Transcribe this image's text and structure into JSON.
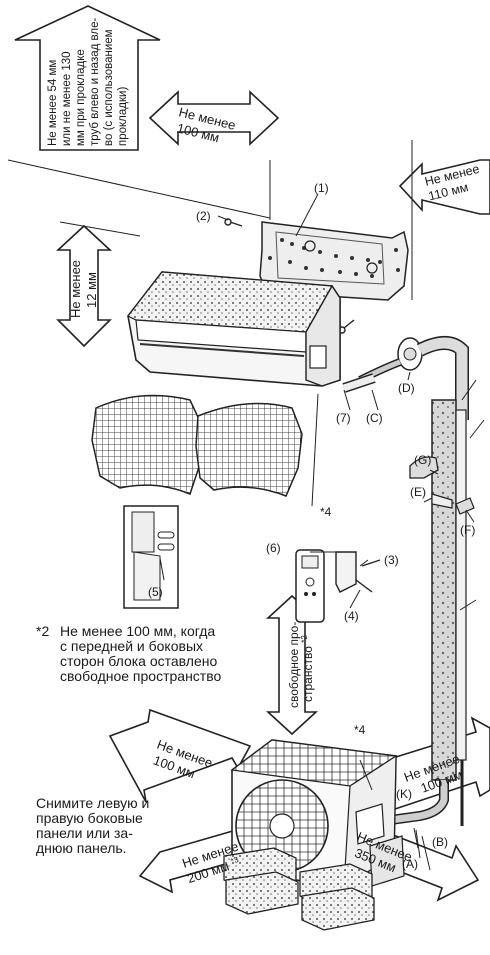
{
  "clearances": {
    "top_left": [
      "Не менее 54 мм",
      "или не менее 130",
      "мм при прокладке",
      "труб влево и назад вле-",
      "во (с использованием",
      "прокладки)"
    ],
    "top_mid": [
      "Не менее",
      "100 мм"
    ],
    "right_top": [
      "Не менее",
      "110 мм"
    ],
    "left_mid": [
      "Не менее",
      "12 мм"
    ],
    "free_space": [
      "свободное про-",
      "странство"
    ],
    "free_space_ref": "*2",
    "outdoor_left": [
      "Не менее",
      "100 мм"
    ],
    "outdoor_right": [
      "Не менее",
      "100 мм"
    ],
    "outdoor_bottom_left": [
      "Не менее",
      "200 мм"
    ],
    "outdoor_bottom_left_ref": "*3",
    "outdoor_bottom_right": [
      "Не менее",
      "350 мм"
    ]
  },
  "parts": {
    "p1": "(1)",
    "p2": "(2)",
    "p3": "(3)",
    "p4": "(4)",
    "p5": "(5)",
    "p6": "(6)",
    "p7": "(7)",
    "pA": "(A)",
    "pB": "(B)",
    "pC": "(C)",
    "pD": "(D)",
    "pE": "(E)",
    "pF": "(F)",
    "pG": "(G)",
    "pK": "(K)",
    "star4_a": "*4",
    "star4_b": "*4"
  },
  "notes": {
    "footnote_mark": "*2",
    "footnote_text": "Не менее 100 мм, когда\nс передней и боковых\nсторон блока оставлено\nсвободное пространство",
    "panels_text": "Снимите левую и\nправую боковые\nпанели или за-\nднюю панель."
  }
}
